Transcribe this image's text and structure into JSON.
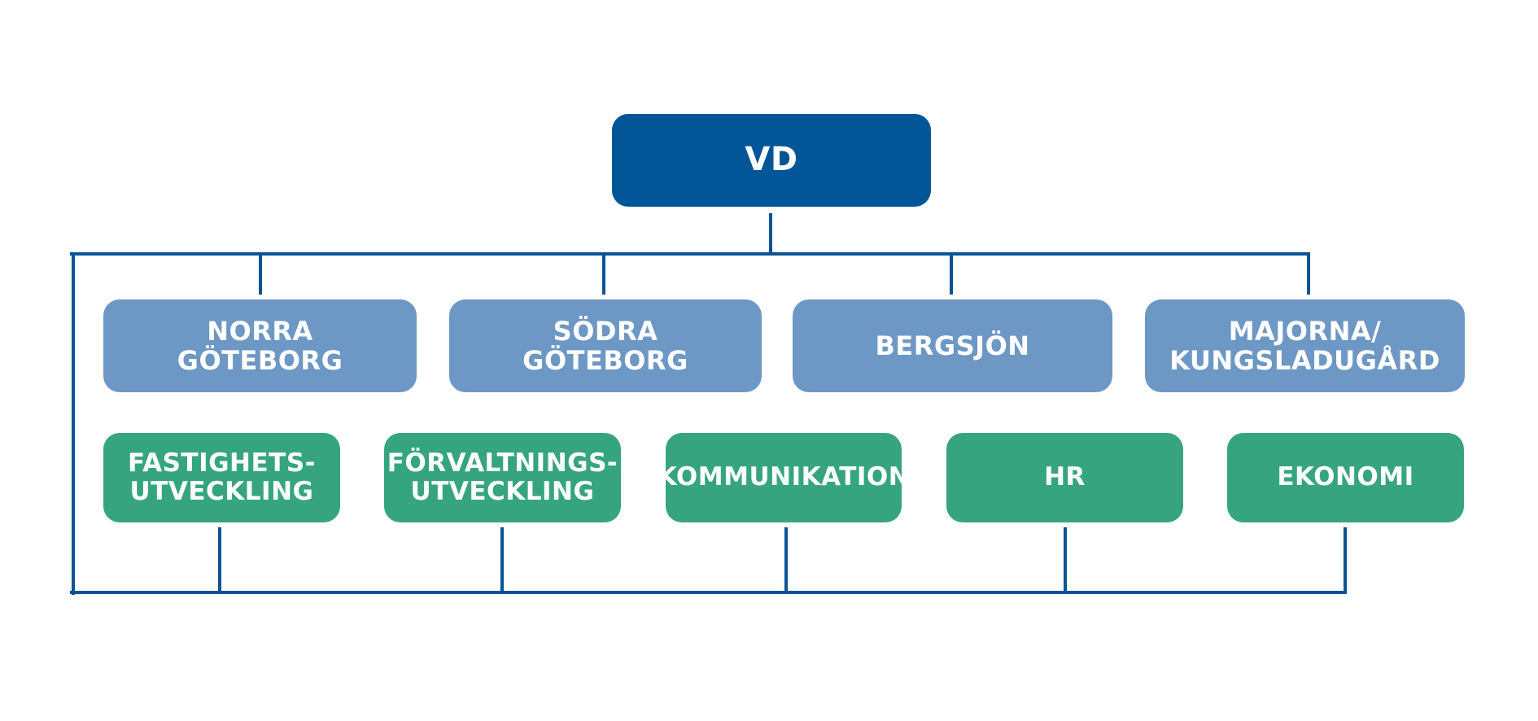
{
  "colors": {
    "root_fill": "#025596",
    "region_fill": "#6d97c4",
    "department_fill": "#36a57f",
    "connector": "#0b5394",
    "background": "#ffffff"
  },
  "root": {
    "label": "VD"
  },
  "regions": [
    {
      "lines": [
        "NORRA",
        "GÖTEBORG"
      ]
    },
    {
      "lines": [
        "SÖDRA",
        "GÖTEBORG"
      ]
    },
    {
      "lines": [
        "BERGSJÖN"
      ]
    },
    {
      "lines": [
        "MAJORNA/",
        "KUNGSLADUGÅRD"
      ]
    }
  ],
  "departments": [
    {
      "lines": [
        "FASTIGHETS-",
        "UTVECKLING"
      ]
    },
    {
      "lines": [
        "FÖRVALTNINGS-",
        "UTVECKLING"
      ]
    },
    {
      "lines": [
        "KOMMUNIKATION"
      ]
    },
    {
      "lines": [
        "HR"
      ]
    },
    {
      "lines": [
        "EKONOMI"
      ]
    }
  ]
}
